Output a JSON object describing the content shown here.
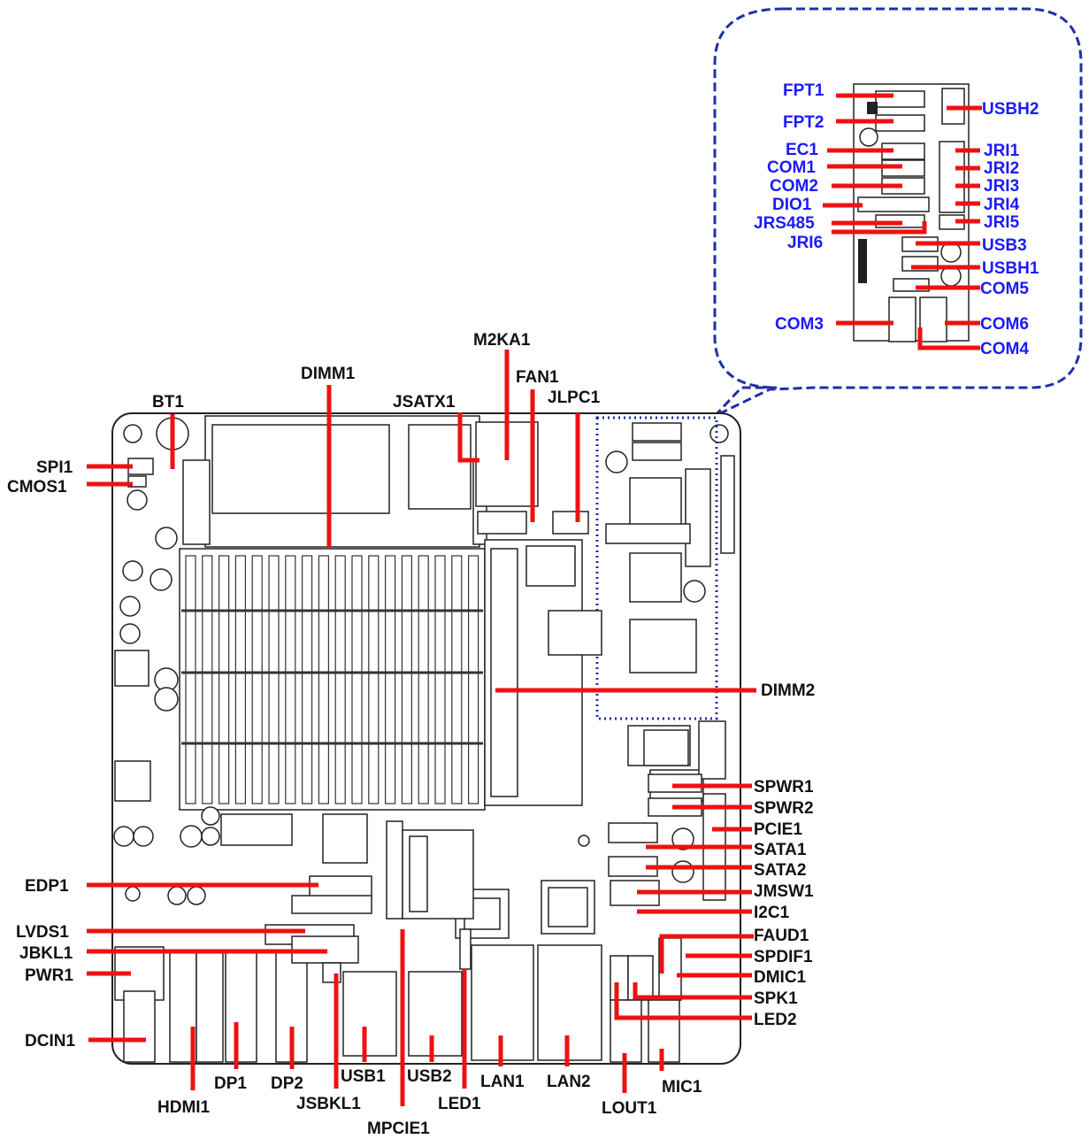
{
  "board_labels": {
    "DIMM1": "DIMM1",
    "BT1": "BT1",
    "JSATX1": "JSATX1",
    "M2KA1": "M2KA1",
    "FAN1": "FAN1",
    "JLPC1": "JLPC1",
    "SPI1": "SPI1",
    "CMOS1": "CMOS1",
    "DIMM2": "DIMM2",
    "SPWR1": "SPWR1",
    "SPWR2": "SPWR2",
    "PCIE1": "PCIE1",
    "SATA1": "SATA1",
    "SATA2": "SATA2",
    "JMSW1": "JMSW1",
    "I2C1": "I2C1",
    "FAUD1": "FAUD1",
    "SPDIF1": "SPDIF1",
    "DMIC1": "DMIC1",
    "SPK1": "SPK1",
    "LED2": "LED2",
    "EDP1": "EDP1",
    "LVDS1": "LVDS1",
    "JBKL1": "JBKL1",
    "PWR1": "PWR1",
    "DCIN1": "DCIN1",
    "HDMI1": "HDMI1",
    "DP1": "DP1",
    "DP2": "DP2",
    "JSBKL1": "JSBKL1",
    "USB1": "USB1",
    "USB2": "USB2",
    "MPCIE1": "MPCIE1",
    "LED1": "LED1",
    "LAN1": "LAN1",
    "LAN2": "LAN2",
    "LOUT1": "LOUT1",
    "MIC1": "MIC1"
  },
  "inset_labels": {
    "FPT1": "FPT1",
    "FPT2": "FPT2",
    "EC1": "EC1",
    "COM1": "COM1",
    "COM2": "COM2",
    "DIO1": "DIO1",
    "JRS485": "JRS485",
    "JRI6": "JRI6",
    "COM3": "COM3",
    "USBH2": "USBH2",
    "JRI1": "JRI1",
    "JRI2": "JRI2",
    "JRI3": "JRI3",
    "JRI4": "JRI4",
    "JRI5": "JRI5",
    "USB3": "USB3",
    "USBH1": "USBH1",
    "COM5": "COM5",
    "COM6": "COM6",
    "COM4": "COM4"
  },
  "colors": {
    "board_label": "#111111",
    "inset_label": "#1a1aff",
    "leader": "#ee1111",
    "callout_outline": "#1f2fa8"
  }
}
